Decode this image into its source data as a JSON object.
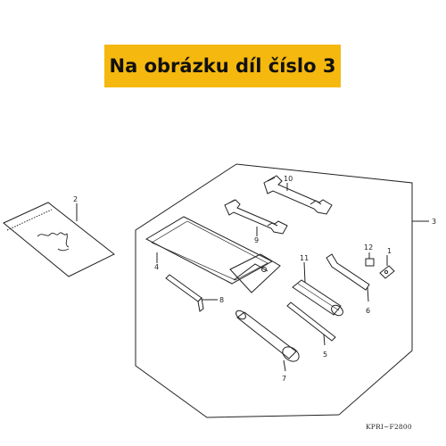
{
  "banner": {
    "text": "Na obrázku díl číslo 3"
  },
  "diagram": {
    "code": "KPRI−F2800",
    "callouts": [
      "1",
      "2",
      "3",
      "4",
      "5",
      "6",
      "7",
      "8",
      "9",
      "10",
      "11",
      "12"
    ]
  },
  "colors": {
    "banner": "#f5b80e",
    "line": "#222222"
  }
}
